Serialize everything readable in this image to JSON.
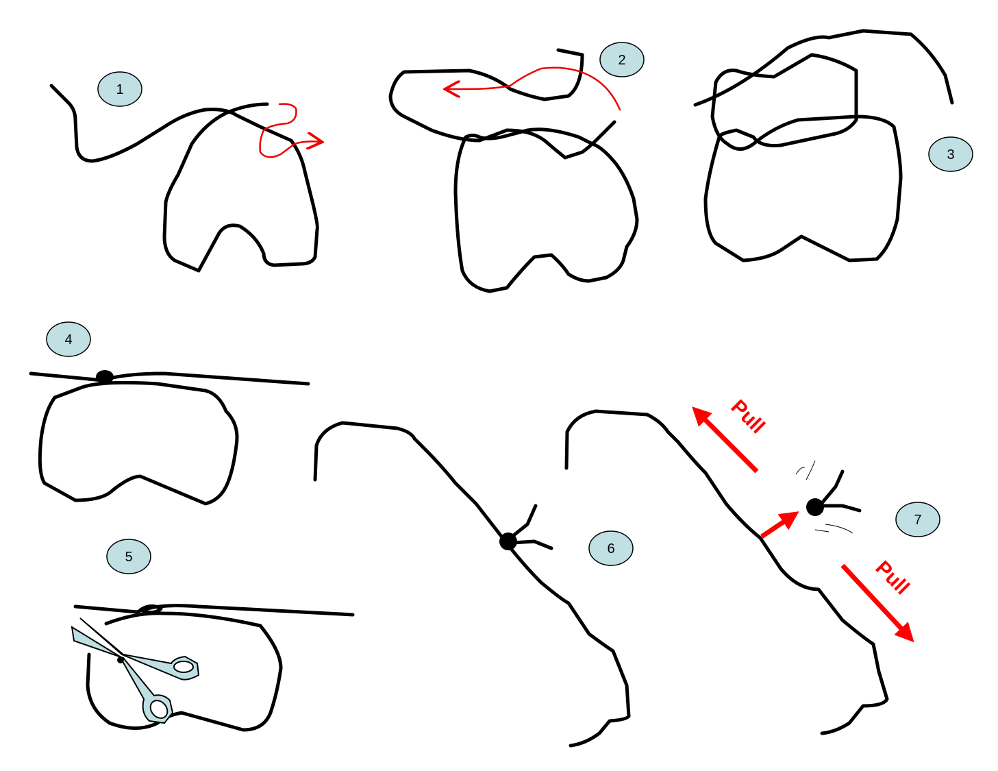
{
  "steps": [
    "1",
    "2",
    "3",
    "4",
    "5",
    "6",
    "7"
  ],
  "labels": {
    "pull_upper": "Pull",
    "pull_lower": "Pull"
  },
  "colors": {
    "badge": "#c0e0e3",
    "arrow": "#ff0000",
    "thread": "#000000",
    "scissors": "#bfe0e3"
  }
}
